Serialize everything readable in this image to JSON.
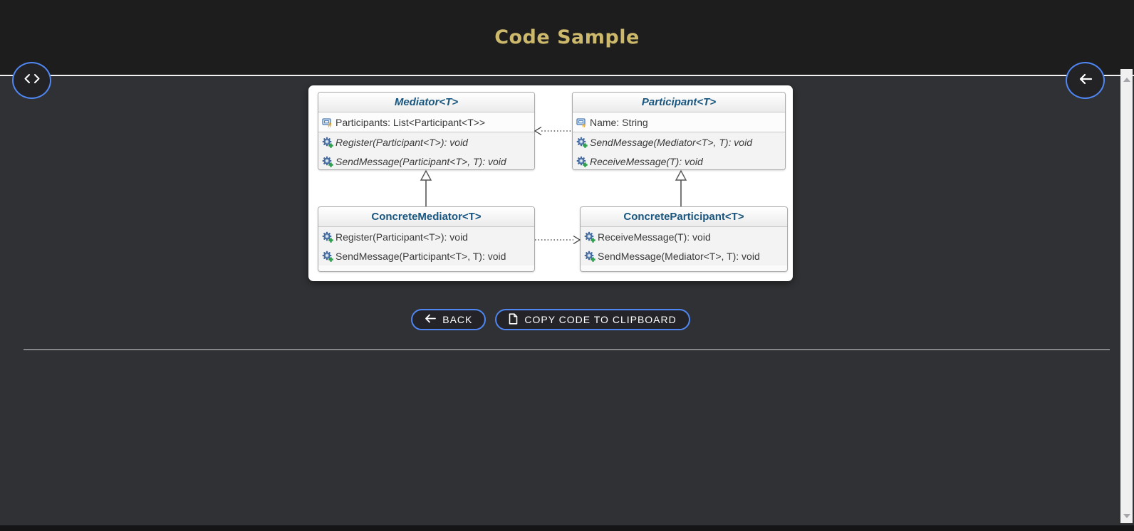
{
  "header": {
    "title": "Code Sample"
  },
  "floating_buttons": {
    "code_toggle": {
      "icon": "code-chevrons"
    },
    "collapse": {
      "icon": "arrow-left"
    }
  },
  "icons": {
    "code_toggle": "<>",
    "back_arrow": "←",
    "copy_document": "🗎",
    "scroll_up": "▲",
    "scroll_down": "▼",
    "field_protected": "▣#",
    "method_public": "⚙+"
  },
  "colors": {
    "accent_border": "#4f86f2",
    "title_gold": "#cdb96c",
    "class_name_blue": "#19567f",
    "header_bg": "#1d1d1e",
    "page_bg": "#2f3134",
    "panel_bg": "#ffffff"
  },
  "diagram": {
    "pattern": "Mediator",
    "classes": [
      {
        "name": "Mediator<T>",
        "kind": "interface",
        "attributes": [
          {
            "icon": "field-protected",
            "text": "Participants: List<Participant<T>>"
          }
        ],
        "methods": [
          {
            "icon": "method-public",
            "text": "Register(Participant<T>): void"
          },
          {
            "icon": "method-public",
            "text": "SendMessage(Participant<T>, T): void"
          }
        ]
      },
      {
        "name": "Participant<T>",
        "kind": "interface",
        "attributes": [
          {
            "icon": "field-protected",
            "text": "Name: String"
          }
        ],
        "methods": [
          {
            "icon": "method-public",
            "text": "SendMessage(Mediator<T>, T): void"
          },
          {
            "icon": "method-public",
            "text": "ReceiveMessage(T): void"
          }
        ]
      },
      {
        "name": "ConcreteMediator<T>",
        "kind": "class",
        "attributes": [],
        "methods": [
          {
            "icon": "method-public",
            "text": "Register(Participant<T>): void"
          },
          {
            "icon": "method-public",
            "text": "SendMessage(Participant<T>, T): void"
          }
        ]
      },
      {
        "name": "ConcreteParticipant<T>",
        "kind": "class",
        "attributes": [],
        "methods": [
          {
            "icon": "method-public",
            "text": "ReceiveMessage(T): void"
          },
          {
            "icon": "method-public",
            "text": "SendMessage(Mediator<T>, T): void"
          }
        ]
      }
    ],
    "relationships": [
      {
        "type": "realization",
        "from": "ConcreteMediator<T>",
        "to": "Mediator<T>"
      },
      {
        "type": "realization",
        "from": "ConcreteParticipant<T>",
        "to": "Participant<T>"
      },
      {
        "type": "dependency",
        "from": "Participant<T>",
        "to": "Mediator<T>"
      },
      {
        "type": "dependency",
        "from": "ConcreteMediator<T>",
        "to": "ConcreteParticipant<T>"
      }
    ]
  },
  "actions": {
    "back_label": "BACK",
    "copy_label": "COPY CODE TO CLIPBOARD"
  }
}
